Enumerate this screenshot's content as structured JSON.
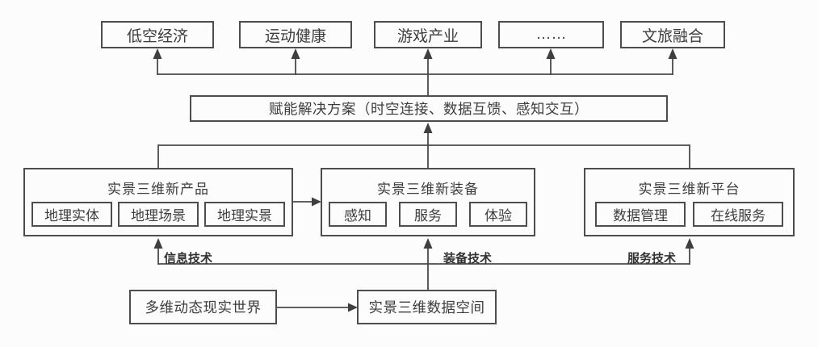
{
  "diagram": {
    "colors": {
      "line": "#4a4a4a",
      "border": "#4d4d4d",
      "text": "#3d3d3d",
      "background": "#fcfcfc"
    },
    "top_industries": [
      {
        "label": "低空经济"
      },
      {
        "label": "运动健康"
      },
      {
        "label": "游戏产业"
      },
      {
        "label": "……"
      },
      {
        "label": "文旅融合"
      }
    ],
    "solution": {
      "label": "赋能解决方案（时空连接、数据互馈、感知交互）"
    },
    "pillars": [
      {
        "title": "实景三维新产品",
        "items": [
          "地理实体",
          "地理场景",
          "地理实景"
        ]
      },
      {
        "title": "实景三维新装备",
        "items": [
          "感知",
          "服务",
          "体验"
        ]
      },
      {
        "title": "实景三维新平台",
        "items": [
          "数据管理",
          "在线服务"
        ]
      }
    ],
    "tech_labels": [
      {
        "label": "信息技术"
      },
      {
        "label": "装备技术"
      },
      {
        "label": "服务技术"
      }
    ],
    "foundation": {
      "real_world": {
        "label": "多维动态现实世界"
      },
      "data_space": {
        "label": "实景三维数据空间"
      }
    }
  }
}
